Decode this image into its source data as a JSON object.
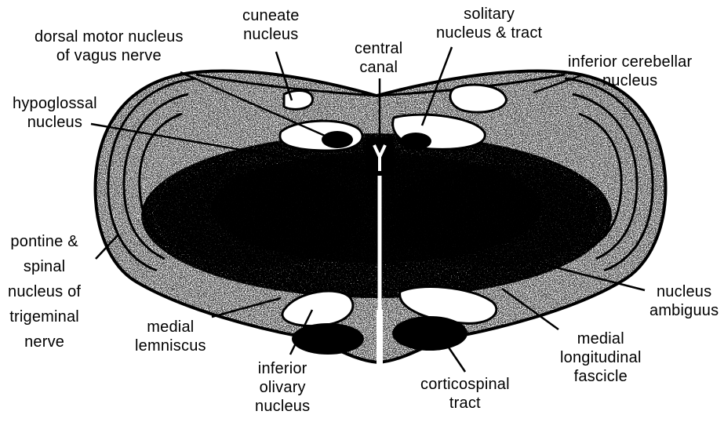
{
  "diagram": {
    "labels": {
      "cuneate_nucleus": [
        "cuneate",
        "nucleus"
      ],
      "solitary_nucleus_tract": [
        "solitary",
        "nucleus & tract"
      ],
      "dorsal_motor_nucleus_vagus": [
        "dorsal motor nucleus",
        "of vagus nerve"
      ],
      "central_canal": [
        "central",
        "canal"
      ],
      "inferior_cerebellar_nucleus": [
        "inferior cerebellar",
        "nucleus"
      ],
      "hypoglossal_nucleus": [
        "hypoglossal",
        "nucleus"
      ],
      "pontine_spinal_trigeminal": [
        "pontine &",
        "spinal",
        "nucleus of",
        "trigeminal",
        "nerve"
      ],
      "nucleus_ambiguus": [
        "nucleus",
        "ambiguus"
      ],
      "medial_lemniscus": [
        "medial",
        "lemniscus"
      ],
      "medial_longitudinal_fascicle": [
        "medial",
        "longitudinal",
        "fascicle"
      ],
      "inferior_olivary_nucleus": [
        "inferior",
        "olivary",
        "nucleus"
      ],
      "corticospinal_tract": [
        "corticospinal",
        "tract"
      ]
    }
  }
}
